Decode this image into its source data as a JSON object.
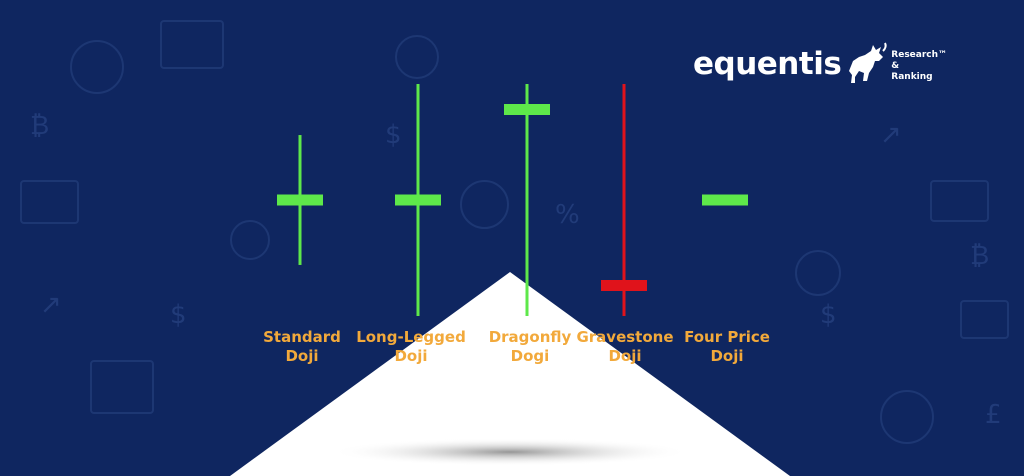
{
  "brand": {
    "name": "equentis",
    "tagline_line1": "Research™",
    "tagline_line2": "&",
    "tagline_line3": "Ranking"
  },
  "colors": {
    "background": "#0f2660",
    "bullish": "#5ee84a",
    "bearish": "#e0131b",
    "label": "#f2a93b",
    "pyramid": "#ffffff"
  },
  "doji_types": [
    {
      "line1": "Standard",
      "line2": "Doji",
      "color": "bullish",
      "wick_top": 0.78,
      "body": 0.5,
      "wick_bottom": 0.22
    },
    {
      "line1": "Long-Legged",
      "line2": "Doji",
      "color": "bullish",
      "wick_top": 1.0,
      "body": 0.5,
      "wick_bottom": 0.0
    },
    {
      "line1": "Dragonfly",
      "line2": "Dogi",
      "color": "bullish",
      "wick_top": 1.0,
      "body": 1.0,
      "wick_bottom": 0.0
    },
    {
      "line1": "Gravestone",
      "line2": "Doji",
      "color": "bearish",
      "wick_top": 1.0,
      "body": 0.0,
      "wick_bottom": 0.0
    },
    {
      "line1": "Four Price",
      "line2": "Doji",
      "color": "bullish",
      "wick_top": 0.5,
      "body": 0.5,
      "wick_bottom": 0.5
    }
  ]
}
